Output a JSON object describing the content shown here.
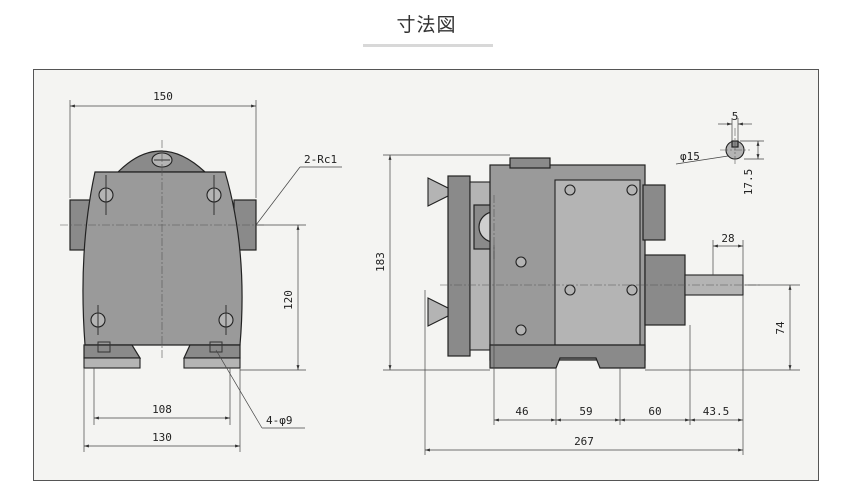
{
  "page": {
    "title": "寸法図"
  },
  "drawing": {
    "front_view": {
      "overall_width": "150",
      "port_label": "2-Rc1",
      "port_height": "120",
      "foot_inner": "108",
      "foot_outer": "130",
      "hole_label": "4-φ9"
    },
    "side_view": {
      "overall_height": "183",
      "shaft_length": "28",
      "shaft_height": "74",
      "dim_46": "46",
      "dim_59": "59",
      "dim_60": "60",
      "dim_43_5": "43.5",
      "overall_length": "267"
    },
    "shaft_detail": {
      "diameter_label": "φ15",
      "key_width": "5",
      "key_height": "17.5"
    }
  }
}
